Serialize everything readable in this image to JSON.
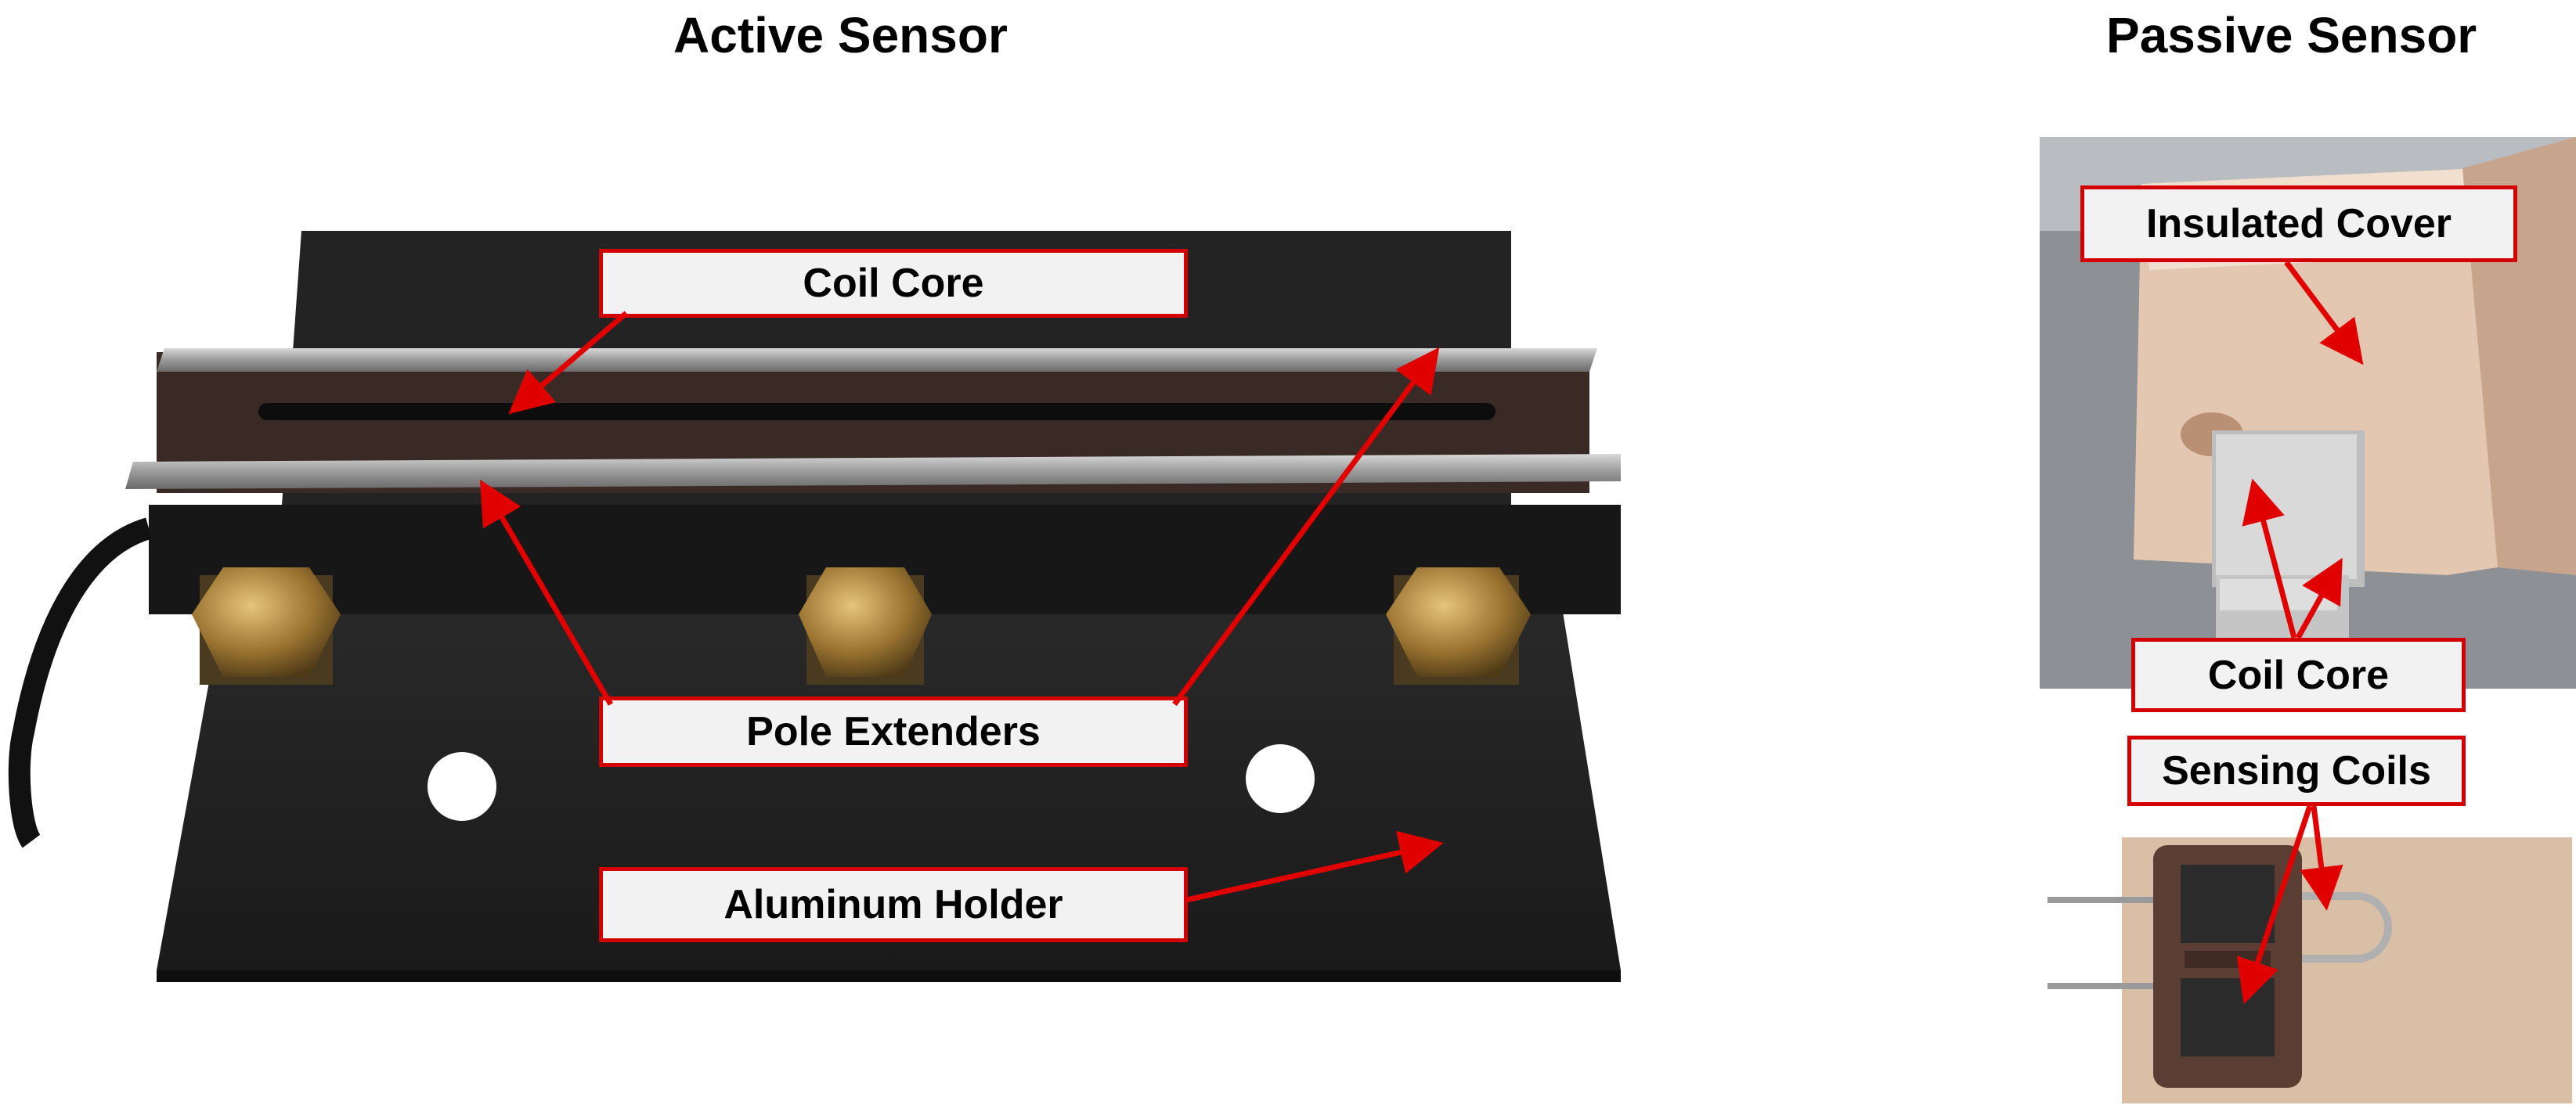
{
  "figure": {
    "active_title": "Active Sensor",
    "passive_title": "Passive Sensor"
  },
  "labels": {
    "active": {
      "coil_core": "Coil Core",
      "pole_extenders": "Pole Extenders",
      "aluminum_holder": "Aluminum Holder"
    },
    "passive": {
      "insulated_cover": "Insulated Cover",
      "coil_core": "Coil Core",
      "sensing_coils": "Sensing Coils"
    }
  },
  "colors": {
    "callout_border": "#d40000",
    "arrow": "#e00000",
    "callout_fill": "#f2f2f2"
  }
}
